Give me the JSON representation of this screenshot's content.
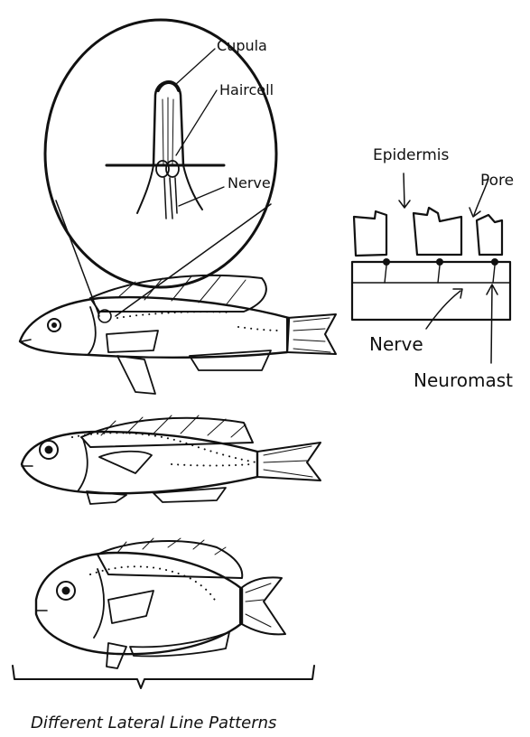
{
  "labels": {
    "cupula": "Cupula",
    "haircell": "Haircell",
    "nerve_inset": "Nerve",
    "epidermis": "Epidermis",
    "pore": "Pore",
    "nerve_section": "Nerve",
    "neuromast": "Neuromast",
    "caption": "Different Lateral Line Patterns"
  }
}
